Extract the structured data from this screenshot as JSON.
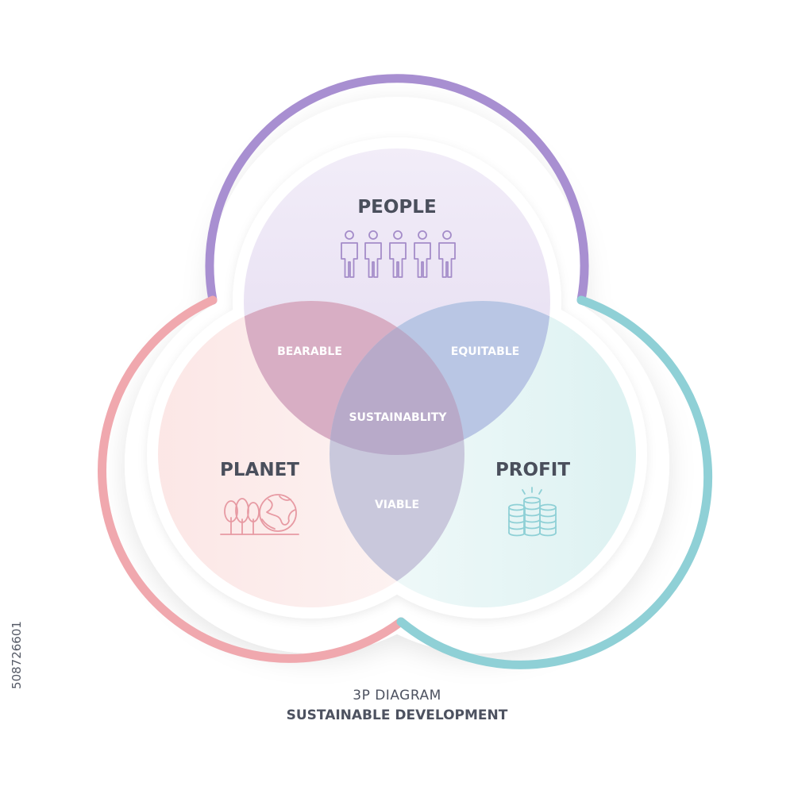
{
  "diagram": {
    "circles": [
      {
        "label": "PEOPLE",
        "icon": "people-icon",
        "ring_color": "#a88fd1",
        "fill_color": "#e7def3"
      },
      {
        "label": "PLANET",
        "icon": "planet-icon",
        "ring_color": "#f0a8ae",
        "fill_color": "#fbe7e6"
      },
      {
        "label": "PROFIT",
        "icon": "coins-icon",
        "ring_color": "#8fd0d6",
        "fill_color": "#def2f2"
      }
    ],
    "overlaps": {
      "people_planet": "BEARABLE",
      "people_profit": "EQUITABLE",
      "planet_profit": "VIABLE",
      "center": "SUSTAINABLITY"
    }
  },
  "caption": {
    "line1": "3P DIAGRAM",
    "line2": "SUSTAINABLE DEVELOPMENT"
  },
  "stock_id": "508726601",
  "colors": {
    "people": "#a88fd1",
    "planet": "#f0a8ae",
    "profit": "#8fd0d6",
    "text_dark": "#4a4f5c"
  }
}
